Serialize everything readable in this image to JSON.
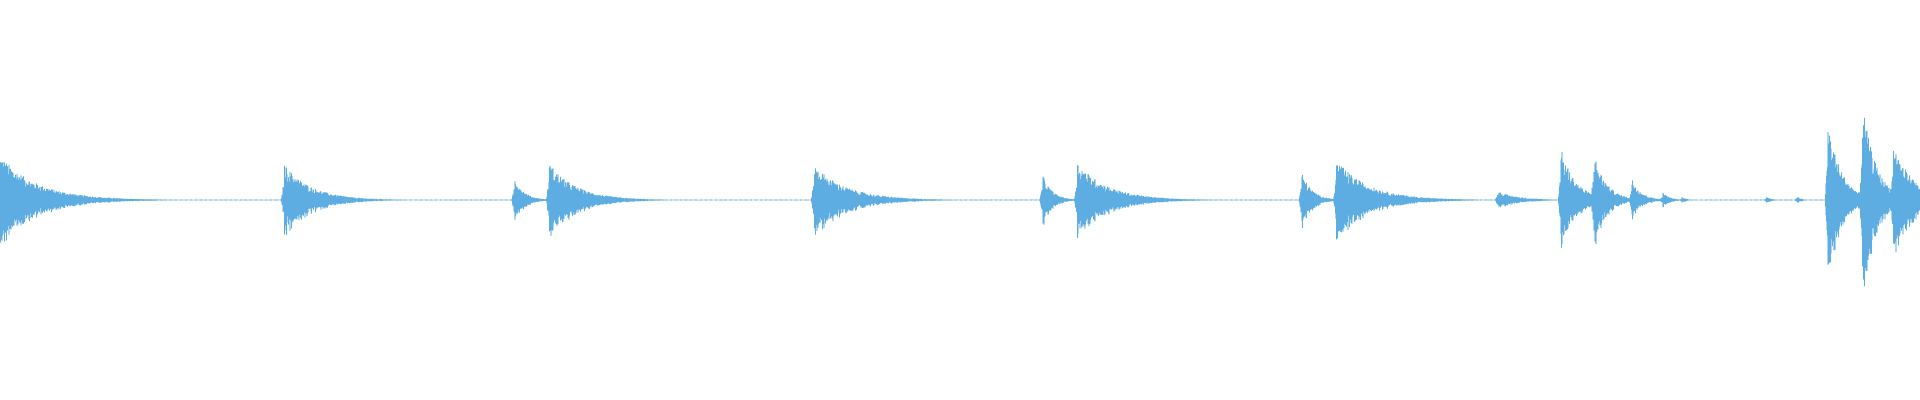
{
  "waveform": {
    "color": "#5DADE2",
    "background": "#FFFFFF",
    "duration_normalized": 1.0,
    "events": [
      {
        "t": 0.0,
        "amp": 0.46,
        "decay": 0.055,
        "pre": 0.0
      },
      {
        "t": 0.148,
        "amp": 0.37,
        "decay": 0.04,
        "pre": 0.0
      },
      {
        "t": 0.268,
        "amp": 0.24,
        "decay": 0.014,
        "pre": 0.0
      },
      {
        "t": 0.286,
        "amp": 0.38,
        "decay": 0.04,
        "pre": 0.0
      },
      {
        "t": 0.424,
        "amp": 0.36,
        "decay": 0.048,
        "pre": 0.0
      },
      {
        "t": 0.543,
        "amp": 0.26,
        "decay": 0.014,
        "pre": 0.0
      },
      {
        "t": 0.561,
        "amp": 0.39,
        "decay": 0.045,
        "pre": 0.0
      },
      {
        "t": 0.678,
        "amp": 0.29,
        "decay": 0.015,
        "pre": 0.0
      },
      {
        "t": 0.696,
        "amp": 0.41,
        "decay": 0.048,
        "pre": 0.0
      },
      {
        "t": 0.78,
        "amp": 0.09,
        "decay": 0.03,
        "pre": 0.0
      },
      {
        "t": 0.813,
        "amp": 0.53,
        "decay": 0.022,
        "pre": 0.0
      },
      {
        "t": 0.83,
        "amp": 0.5,
        "decay": 0.018,
        "pre": 0.0
      },
      {
        "t": 0.85,
        "amp": 0.22,
        "decay": 0.014,
        "pre": 0.0
      },
      {
        "t": 0.866,
        "amp": 0.08,
        "decay": 0.01,
        "pre": 0.0
      },
      {
        "t": 0.876,
        "amp": 0.03,
        "decay": 0.008,
        "pre": 0.0
      },
      {
        "t": 0.92,
        "amp": 0.03,
        "decay": 0.008,
        "pre": 0.0
      },
      {
        "t": 0.936,
        "amp": 0.04,
        "decay": 0.006,
        "pre": 0.0
      },
      {
        "t": 0.952,
        "amp": 0.82,
        "decay": 0.02,
        "pre": 0.0
      },
      {
        "t": 0.97,
        "amp": 1.0,
        "decay": 0.02,
        "pre": 0.0
      },
      {
        "t": 0.986,
        "amp": 0.58,
        "decay": 0.03,
        "pre": 0.0
      }
    ]
  }
}
